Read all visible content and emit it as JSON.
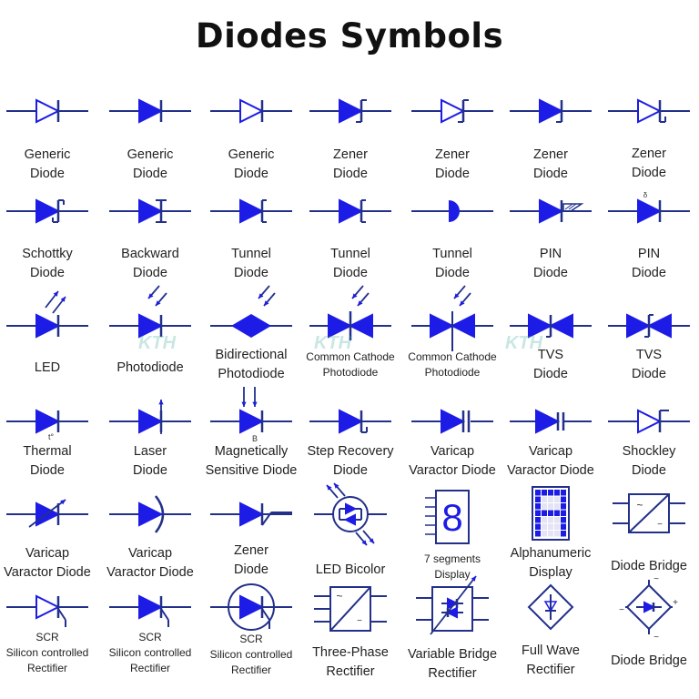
{
  "title": "Diodes Symbols",
  "watermark": "KTH",
  "colors": {
    "symbol_fill": "#1c1ce6",
    "line": "#23308a",
    "text": "#222222"
  },
  "cells": [
    {
      "icon": "generic-diode-outline-icon",
      "label": [
        "Generic",
        "Diode"
      ]
    },
    {
      "icon": "generic-diode-filled-icon",
      "label": [
        "Generic",
        "Diode"
      ]
    },
    {
      "icon": "generic-diode-outline-icon",
      "label": [
        "Generic",
        "Diode"
      ]
    },
    {
      "icon": "zener-diode-filled-icon",
      "label": [
        "Zener",
        "Diode"
      ]
    },
    {
      "icon": "zener-diode-outline-icon",
      "label": [
        "Zener",
        "Diode"
      ]
    },
    {
      "icon": "zener-diode-filled-icon",
      "label": [
        "Zener",
        "Diode"
      ]
    },
    {
      "icon": "zener-diode-outline-icon",
      "label": [
        "Zener",
        "Diode"
      ]
    },
    {
      "icon": "schottky-diode-icon",
      "label": [
        "Schottky",
        "Diode"
      ]
    },
    {
      "icon": "backward-diode-icon",
      "label": [
        "Backward",
        "Diode"
      ]
    },
    {
      "icon": "tunnel-diode-icon",
      "label": [
        "Tunnel",
        "Diode"
      ]
    },
    {
      "icon": "tunnel-diode-icon",
      "label": [
        "Tunnel",
        "Diode"
      ]
    },
    {
      "icon": "tunnel-diode-half-disc-icon",
      "label": [
        "Tunnel",
        "Diode"
      ]
    },
    {
      "icon": "pin-diode-hatched-icon",
      "label": [
        "PIN",
        "Diode"
      ]
    },
    {
      "icon": "pin-diode-icon",
      "label": [
        "PIN",
        "Diode"
      ]
    },
    {
      "icon": "led-icon",
      "label": [
        "LED"
      ]
    },
    {
      "icon": "photodiode-icon",
      "label": [
        "Photodiode"
      ]
    },
    {
      "icon": "bidirectional-photodiode-icon",
      "label": [
        "Bidirectional",
        "Photodiode"
      ]
    },
    {
      "icon": "common-cathode-photodiode-icon",
      "label": [
        "Common Cathode",
        "Photodiode"
      ]
    },
    {
      "icon": "common-cathode-photodiode-icon",
      "label": [
        "Common Cathode",
        "Photodiode"
      ]
    },
    {
      "icon": "tvs-diode-icon",
      "label": [
        "TVS",
        "Diode"
      ]
    },
    {
      "icon": "tvs-diode-bracket-icon",
      "label": [
        "TVS",
        "Diode"
      ]
    },
    {
      "icon": "thermal-diode-icon",
      "label": [
        "Thermal",
        "Diode"
      ],
      "mark": "t°"
    },
    {
      "icon": "laser-diode-icon",
      "label": [
        "Laser",
        "Diode"
      ]
    },
    {
      "icon": "magnetically-sensitive-diode-icon",
      "label": [
        "Magnetically",
        "Sensitive Diode"
      ],
      "mark": "B"
    },
    {
      "icon": "step-recovery-diode-icon",
      "label": [
        "Step Recovery",
        "Diode"
      ]
    },
    {
      "icon": "varicap-diode-icon",
      "label": [
        "Varicap",
        "Varactor Diode"
      ]
    },
    {
      "icon": "varicap-diode-icon",
      "label": [
        "Varicap",
        "Varactor Diode"
      ]
    },
    {
      "icon": "shockley-diode-icon",
      "label": [
        "Shockley",
        "Diode"
      ]
    },
    {
      "icon": "varicap-arrow-diode-icon",
      "label": [
        "Varicap",
        "Varactor Diode"
      ]
    },
    {
      "icon": "varicap-curved-diode-icon",
      "label": [
        "Varicap",
        "Varactor Diode"
      ]
    },
    {
      "icon": "zener-diode-z-icon",
      "label": [
        "Zener",
        "Diode"
      ]
    },
    {
      "icon": "led-bicolor-icon",
      "label": [
        "LED Bicolor"
      ]
    },
    {
      "icon": "seven-segment-display-icon",
      "label": [
        "7 segments",
        "Display"
      ]
    },
    {
      "icon": "alphanumeric-display-icon",
      "label": [
        "Alphanumeric",
        "Display"
      ]
    },
    {
      "icon": "diode-bridge-box-icon",
      "label": [
        "Diode Bridge"
      ]
    },
    {
      "icon": "scr-outline-icon",
      "label": [
        "SCR",
        "Silicon controlled",
        "Rectifier"
      ]
    },
    {
      "icon": "scr-filled-icon",
      "label": [
        "SCR",
        "Silicon controlled",
        "Rectifier"
      ]
    },
    {
      "icon": "scr-circle-icon",
      "label": [
        "SCR",
        "Silicon controlled",
        "Rectifier"
      ]
    },
    {
      "icon": "three-phase-rectifier-icon",
      "label": [
        "Three-Phase",
        "Rectifier"
      ]
    },
    {
      "icon": "variable-bridge-rectifier-icon",
      "label": [
        "Variable Bridge",
        "Rectifier"
      ]
    },
    {
      "icon": "full-wave-rectifier-icon",
      "label": [
        "Full Wave",
        "Rectifier"
      ]
    },
    {
      "icon": "diode-bridge-diamond-icon",
      "label": [
        "Diode Bridge"
      ]
    }
  ]
}
